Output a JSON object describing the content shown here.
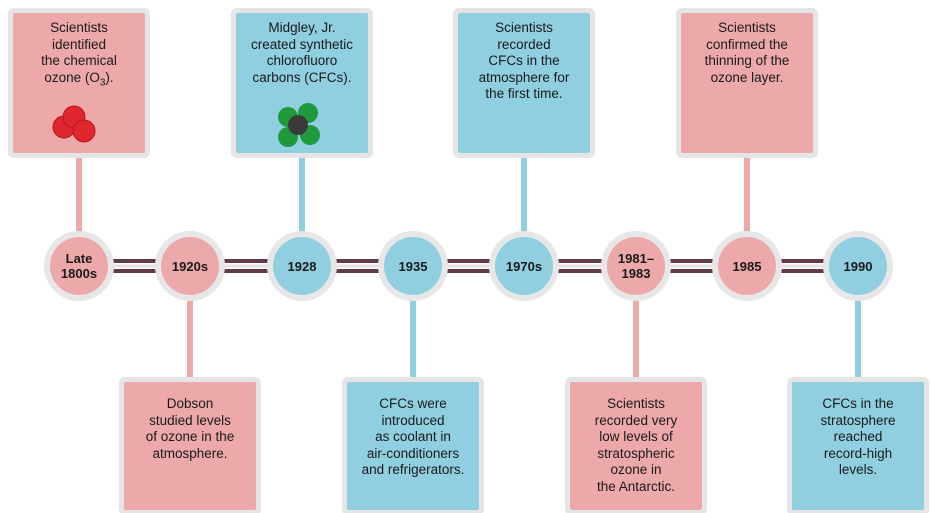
{
  "colors": {
    "pink": "#eda8a9",
    "blue": "#8fcfe0",
    "connector_dark": "#5e3b45",
    "connector_light": "#e8dde2",
    "ozone_atom": "#e0262f",
    "carbon_atom": "#3a3a3a",
    "chlorine_atom": "#1e9a3c"
  },
  "events": [
    {
      "date": "Late\n1800s",
      "text": "Scientists\nidentified\nthe chemical\nozone (O",
      "subscript": "3",
      "text_after": ").",
      "color": "pink",
      "position": "above",
      "icon": "ozone-molecule-icon"
    },
    {
      "date": "1920s",
      "text": "Dobson\nstudied levels\nof ozone in the\natmosphere.",
      "color": "pink",
      "position": "below"
    },
    {
      "date": "1928",
      "text": "Midgley, Jr.\ncreated synthetic\nchlorofluoro\ncarbons (CFCs).",
      "color": "blue",
      "position": "above",
      "icon": "cfc-molecule-icon"
    },
    {
      "date": "1935",
      "text": "CFCs were\nintroduced\nas coolant in\nair-conditioners\nand refrigerators.",
      "color": "blue",
      "position": "below"
    },
    {
      "date": "1970s",
      "text": "Scientists\nrecorded\nCFCs in the\natmosphere for\nthe first time.",
      "color": "blue",
      "position": "above"
    },
    {
      "date": "1981–\n1983",
      "text": "Scientists\nrecorded very\nlow levels of\nstratospheric\nozone in\nthe Antarctic.",
      "color": "pink",
      "position": "below"
    },
    {
      "date": "1985",
      "text": "Scientists\nconfirmed the\nthinning of the\nozone layer.",
      "color": "pink",
      "position": "above"
    },
    {
      "date": "1990",
      "text": "CFCs in the\nstratosphere\nreached\nrecord-high\nlevels.",
      "color": "blue",
      "position": "below"
    }
  ]
}
